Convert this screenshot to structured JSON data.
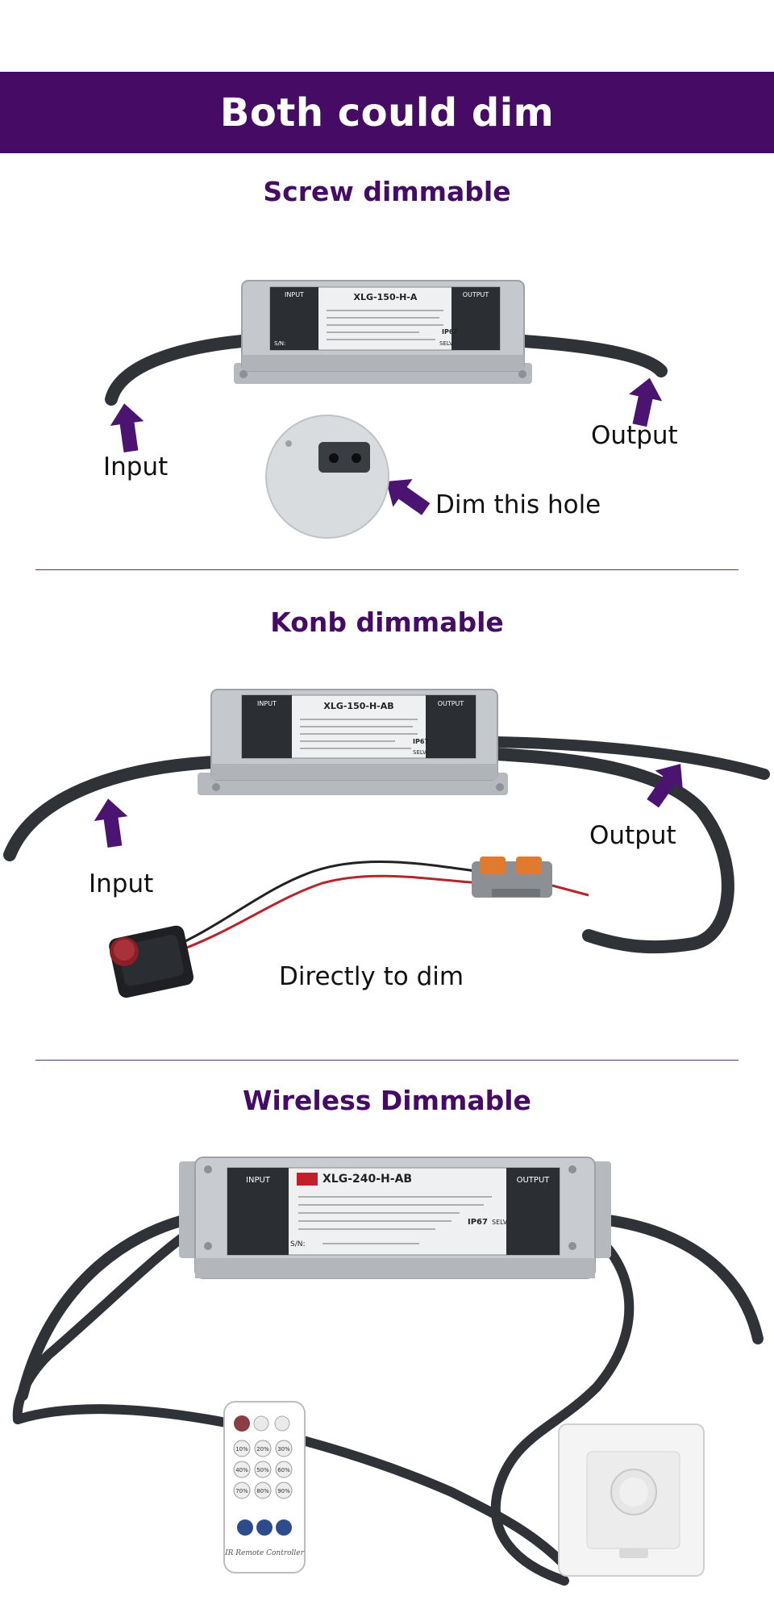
{
  "banner": {
    "title": "Both could dim"
  },
  "sections": [
    {
      "title": "Screw dimmable",
      "driver_model": "XLG-150-H-A",
      "labels": {
        "input": "Input",
        "output": "Output",
        "hole": "Dim this hole"
      }
    },
    {
      "title": "Konb dimmable",
      "driver_model": "XLG-150-H-AB",
      "labels": {
        "input": "Input",
        "output": "Output",
        "knob": "Directly to dim"
      }
    },
    {
      "title": "Wireless Dimmable",
      "driver_model": "XLG-240-H-AB",
      "remote_text": "IR Remote Controller",
      "remote_buttons": [
        "10%",
        "20%",
        "30%",
        "40%",
        "50%",
        "60%",
        "70%",
        "80%",
        "90%"
      ]
    }
  ],
  "driver_text": {
    "input": "INPUT",
    "output": "OUTPUT",
    "rating": "IP67",
    "selv": "SELV",
    "sn": "S/N:"
  },
  "colors": {
    "brand": "#460b64",
    "arrow": "#4b1470",
    "cable": "#2f3338",
    "housing": "#c5c8cc"
  }
}
